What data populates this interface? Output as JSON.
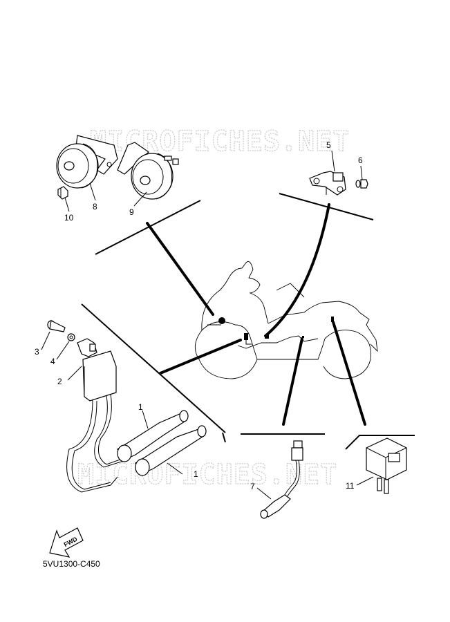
{
  "diagram": {
    "watermark_top": "MICROFICHES.NET",
    "watermark_bottom": "MICROFICHES.NET",
    "parts": [
      {
        "id": "p1a",
        "label": "1"
      },
      {
        "id": "p1b",
        "label": "1"
      },
      {
        "id": "p2",
        "label": "2"
      },
      {
        "id": "p3",
        "label": "3"
      },
      {
        "id": "p4",
        "label": "4"
      },
      {
        "id": "p5",
        "label": "5"
      },
      {
        "id": "p6",
        "label": "6"
      },
      {
        "id": "p7",
        "label": "7"
      },
      {
        "id": "p8",
        "label": "8"
      },
      {
        "id": "p9",
        "label": "9"
      },
      {
        "id": "p10",
        "label": "10"
      },
      {
        "id": "p11",
        "label": "11"
      }
    ],
    "fwd_label": "FWD",
    "drawing_code": "5VU1300-C450"
  }
}
